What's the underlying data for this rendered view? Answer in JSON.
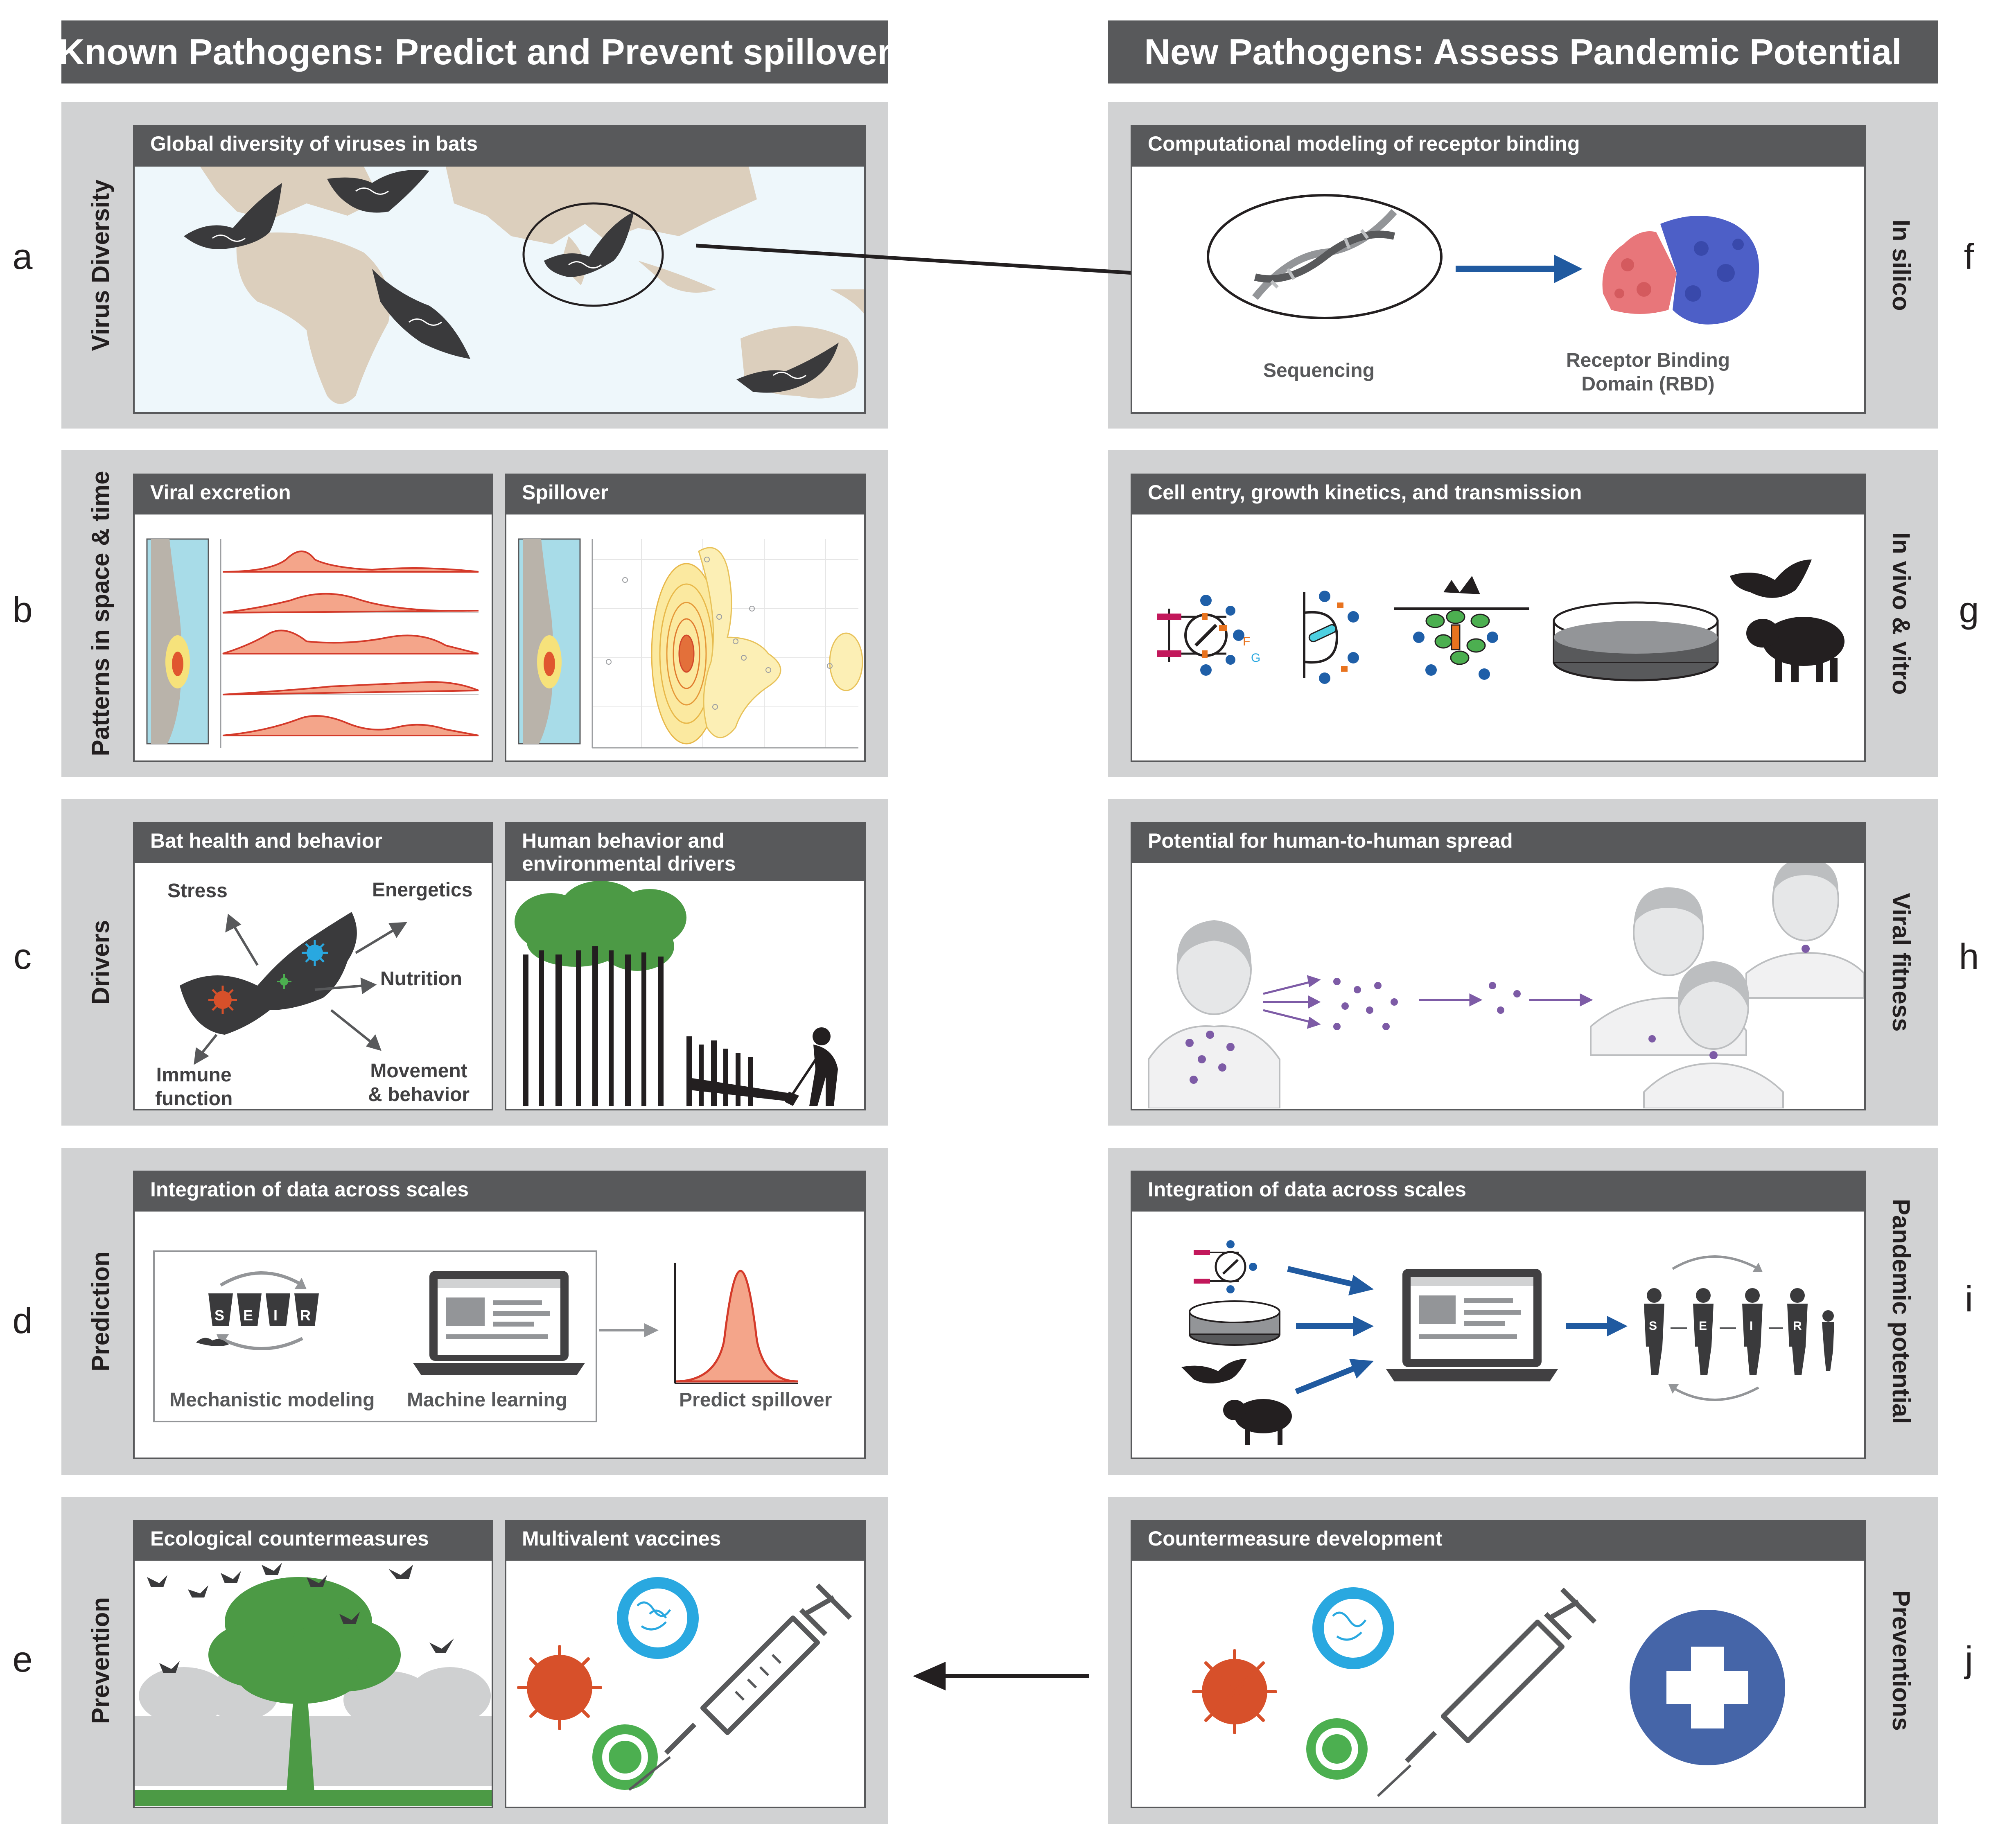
{
  "headers": {
    "left": "Known Pathogens: Predict and Prevent spillover",
    "right": "New Pathogens: Assess Pandemic Potential"
  },
  "rows_left": [
    {
      "letter": "a",
      "label": "Virus Diversity"
    },
    {
      "letter": "b",
      "label": "Patterns in space & time"
    },
    {
      "letter": "c",
      "label": "Drivers"
    },
    {
      "letter": "d",
      "label": "Prediction"
    },
    {
      "letter": "e",
      "label": "Prevention"
    }
  ],
  "rows_right": [
    {
      "letter": "f",
      "label": "In silico"
    },
    {
      "letter": "g",
      "label": "In vivo & vitro"
    },
    {
      "letter": "h",
      "label": "Viral fitness"
    },
    {
      "letter": "i",
      "label": "Pandemic potential"
    },
    {
      "letter": "j",
      "label": "Preventions"
    }
  ],
  "panels": {
    "a": {
      "title": "Global diversity of viruses in bats"
    },
    "b1": {
      "title": "Viral excretion"
    },
    "b2": {
      "title": "Spillover"
    },
    "c1": {
      "title": "Bat health and behavior",
      "labels": {
        "stress": "Stress",
        "energetics": "Energetics",
        "nutrition": "Nutrition",
        "immune": "Immune\nfunction",
        "movement": "Movement\n& behavior"
      }
    },
    "c2": {
      "title": "Human behavior and\nenvironmental drivers"
    },
    "d": {
      "title": "Integration of data across scales",
      "mechanistic": "Mechanistic modeling",
      "ml": "Machine learning",
      "predict": "Predict spillover",
      "seir": [
        "S",
        "E",
        "I",
        "R"
      ]
    },
    "e1": {
      "title": "Ecological countermeasures"
    },
    "e2": {
      "title": "Multivalent vaccines"
    },
    "f": {
      "title": "Computational modeling of receptor binding",
      "sequencing": "Sequencing",
      "rbd": "Receptor Binding\nDomain (RBD)"
    },
    "g": {
      "title": "Cell entry, growth kinetics, and transmission",
      "glyph_f": "F",
      "glyph_g": "G"
    },
    "h": {
      "title": "Potential for human-to-human spread"
    },
    "i": {
      "title": "Integration of data across scales",
      "seir": [
        "S",
        "E",
        "I",
        "R"
      ]
    },
    "j": {
      "title": "Countermeasure development"
    }
  },
  "colors": {
    "header": "#58595b",
    "row_bg": "#d1d2d3",
    "land": "#dccfbd",
    "ocean": "#eef7fb",
    "bat": "#3a3a3c",
    "blue_arrow": "#205aa0",
    "red_virus": "#d7502a",
    "blue_virus": "#29a8e0",
    "green_virus": "#4caf50",
    "tree_green": "#4c9a45",
    "density_red": "#f4a58a",
    "cross_blue": "#4565a8",
    "purple": "#7d5ba6"
  }
}
